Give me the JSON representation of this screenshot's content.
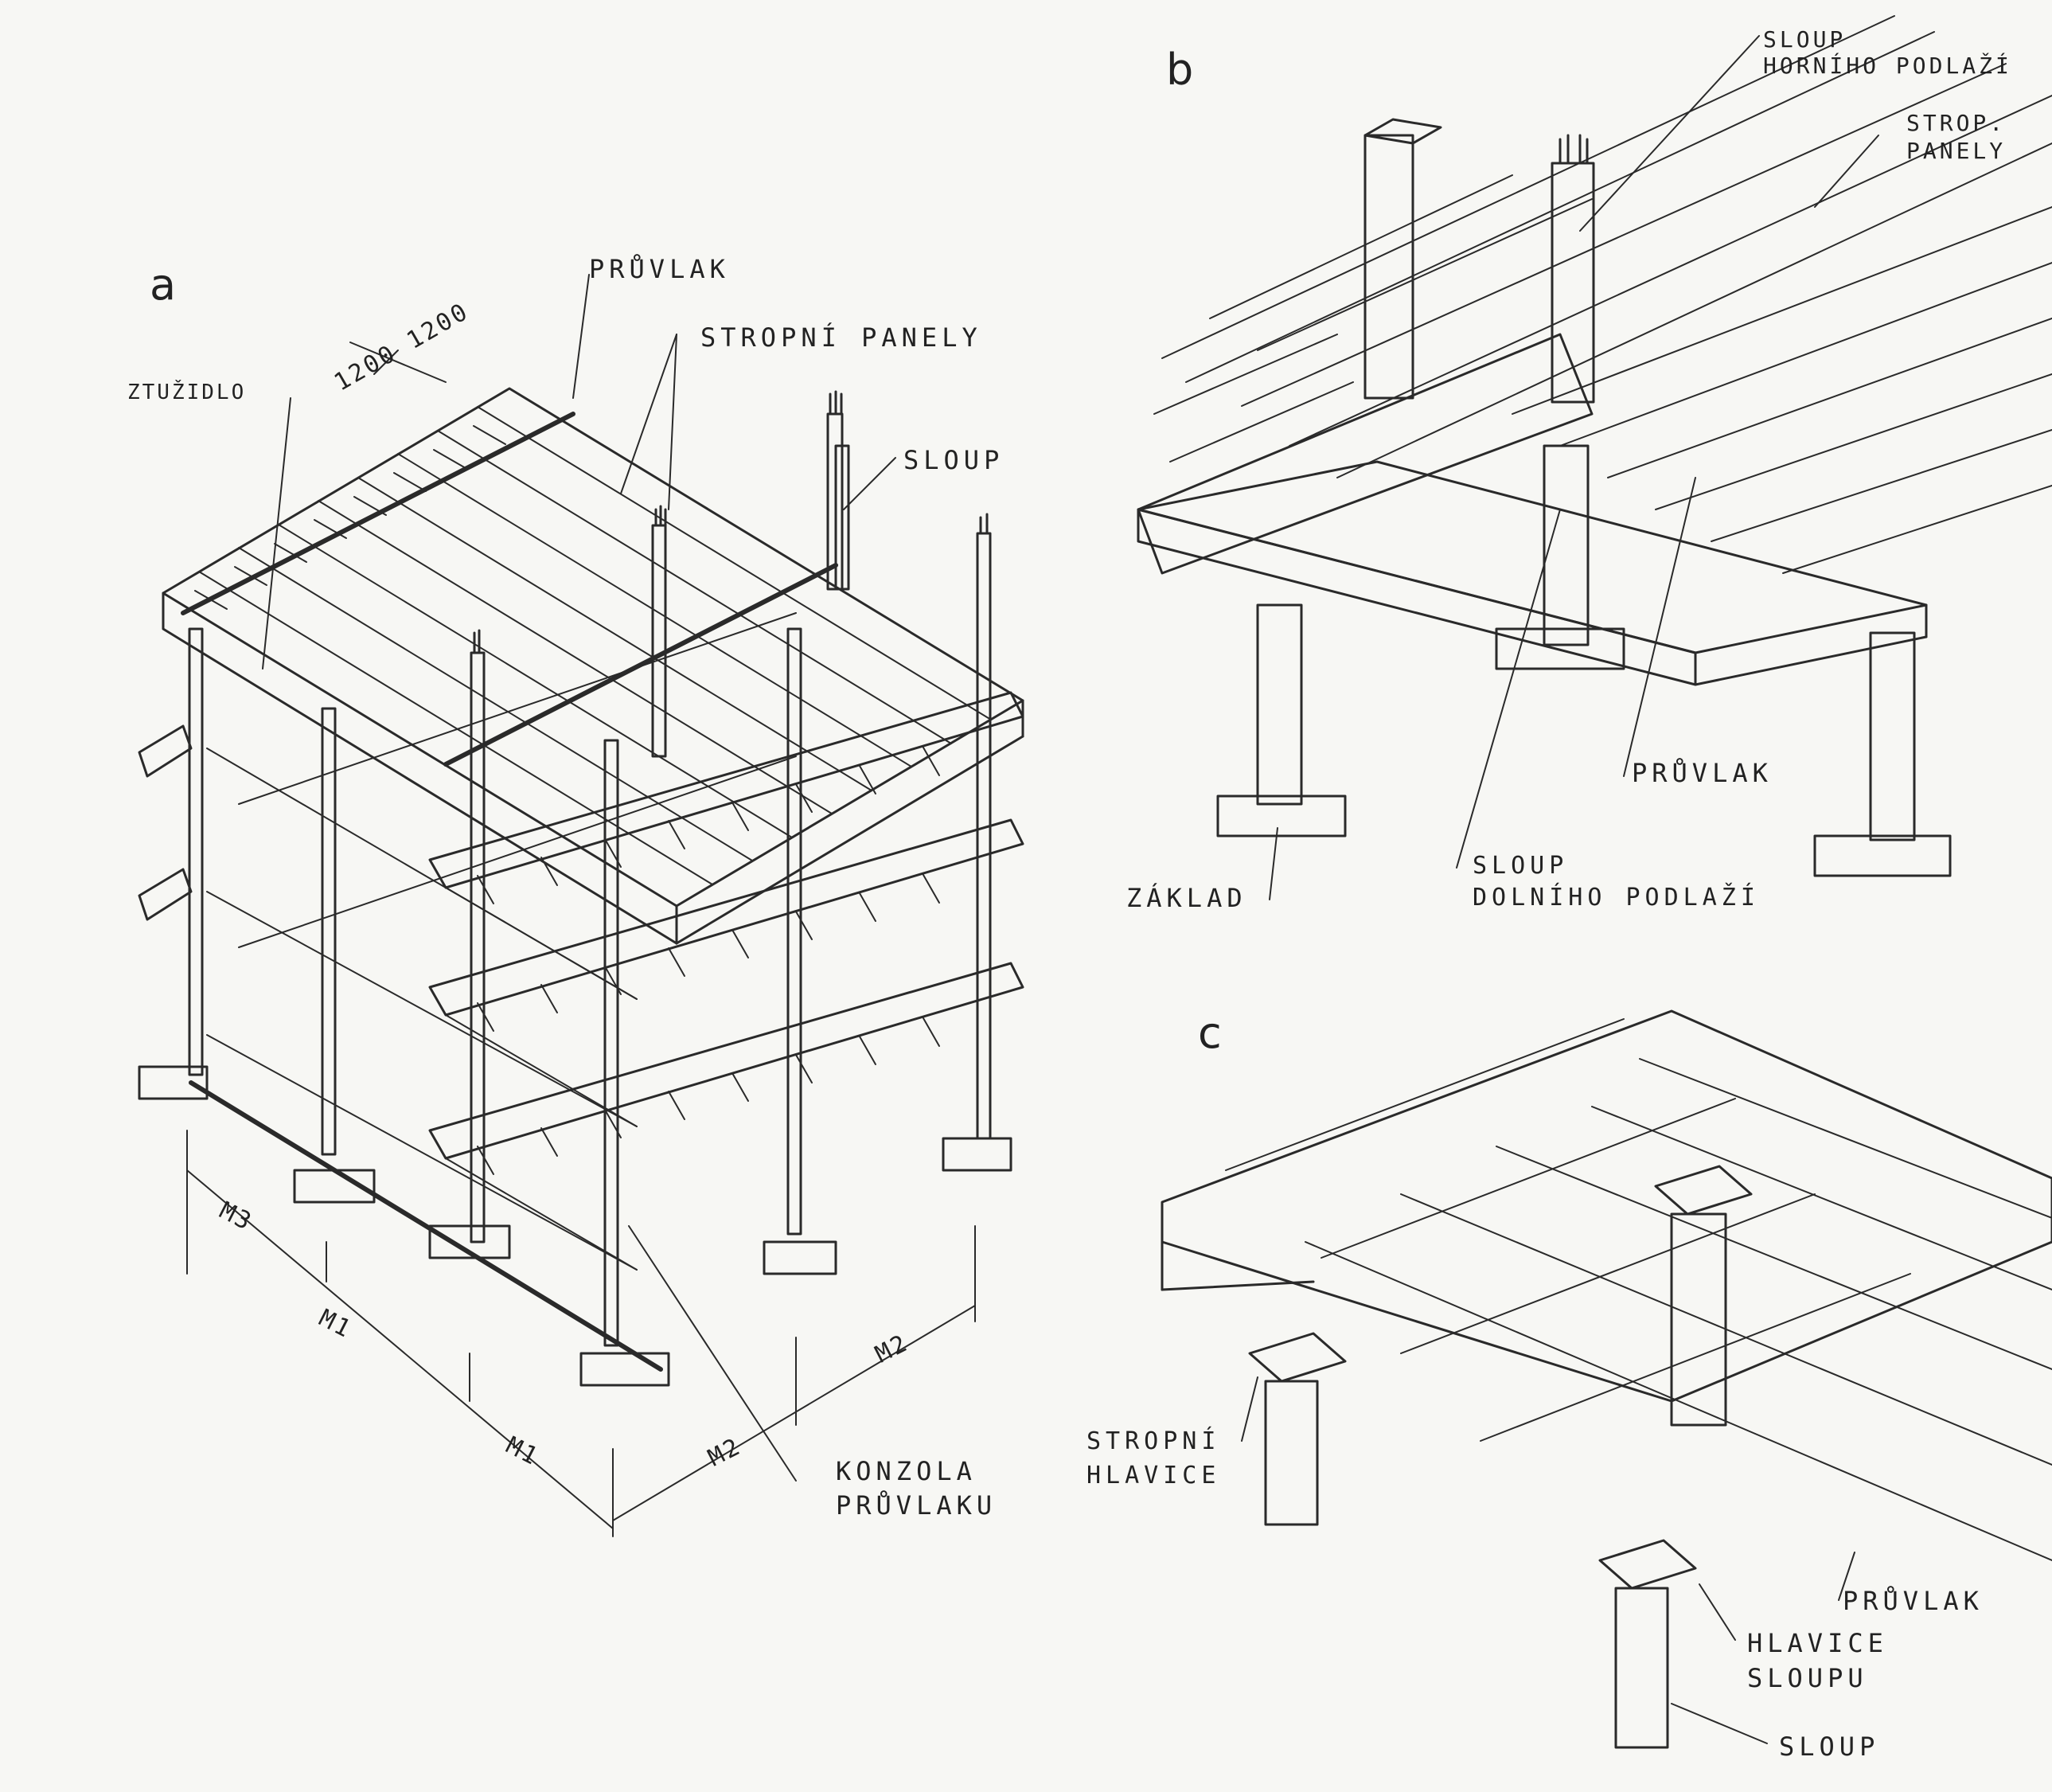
{
  "panel_a": {
    "letter": "a",
    "labels": {
      "pruvlak": "PRŮVLAK",
      "stropni_panely": "STROPNÍ PANELY",
      "ztuzidlo": "ZTUŽIDLO",
      "sloup": "SLOUP",
      "konzola_line1": "KONZOLA",
      "konzola_line2": "PRŮVLAKU",
      "dim_1200": "1200 1200",
      "m3": "M3",
      "m1_a": "M1",
      "m1_b": "M1",
      "m2_a": "M2",
      "m2_b": "M2"
    }
  },
  "panel_b": {
    "letter": "b",
    "labels": {
      "sloup_horni_line1": "SLOUP",
      "sloup_horni_line2": "HORNÍHO PODLAŽÍ",
      "strop_panely_line1": "STROP.",
      "strop_panely_line2": "PANELY",
      "pruvlak": "PRŮVLAK",
      "zaklad": "ZÁKLAD",
      "sloup_dolni_line1": "SLOUP",
      "sloup_dolni_line2": "DOLNÍHO PODLAŽÍ"
    }
  },
  "panel_c": {
    "letter": "c",
    "labels": {
      "stropni_hlavice_line1": "STROPNÍ",
      "stropni_hlavice_line2": "HLAVICE",
      "pruvlak": "PRŮVLAK",
      "hlavice_sloupu_line1": "HLAVICE",
      "hlavice_sloupu_line2": "SLOUPU",
      "sloup": "SLOUP"
    }
  },
  "colors": {
    "ink": "#2a2a2a",
    "paper": "#f7f7f4"
  }
}
